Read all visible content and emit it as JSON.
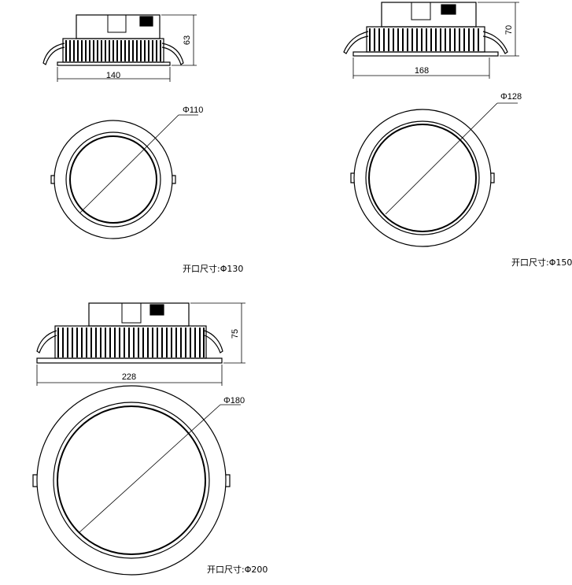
{
  "lights": [
    {
      "width": "140",
      "height": "63",
      "diameter": "Φ110",
      "cutout": "开口尺寸:Φ130"
    },
    {
      "width": "168",
      "height": "70",
      "diameter": "Φ128",
      "cutout": "开口尺寸:Φ150"
    },
    {
      "width": "228",
      "height": "75",
      "diameter": "Φ180",
      "cutout": "开口尺寸:Φ200"
    }
  ]
}
